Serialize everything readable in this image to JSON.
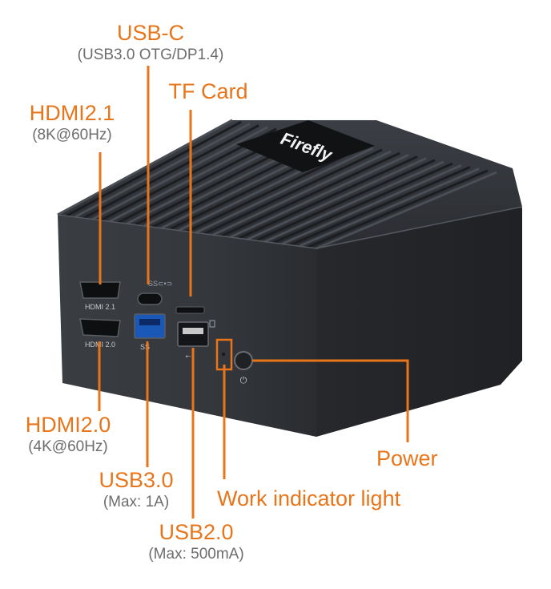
{
  "colors": {
    "accent": "#e8751a",
    "sublabel": "#6d6d6d",
    "body_top": "#2b2d31",
    "body_front": "#33363b"
  },
  "device": {
    "brand": "Firefly",
    "port_labels": {
      "hdmi1": "HDMI 2.1",
      "hdmi2": "HDMI 2.0",
      "usb3": "SS",
      "usb2": "⭠"
    }
  },
  "callouts": {
    "usbc": {
      "title": "USB-C",
      "sub": "(USB3.0 OTG/DP1.4)"
    },
    "tf": {
      "title": "TF Card"
    },
    "hdmi21": {
      "title": "HDMI2.1",
      "sub": "(8K@60Hz)"
    },
    "hdmi20": {
      "title": "HDMI2.0",
      "sub": "(4K@60Hz)"
    },
    "usb30": {
      "title": "USB3.0",
      "sub": "(Max: 1A)"
    },
    "usb20": {
      "title": "USB2.0",
      "sub": "(Max: 500mA)"
    },
    "power": {
      "title": "Power"
    },
    "led": {
      "title": "Work indicator light"
    }
  }
}
